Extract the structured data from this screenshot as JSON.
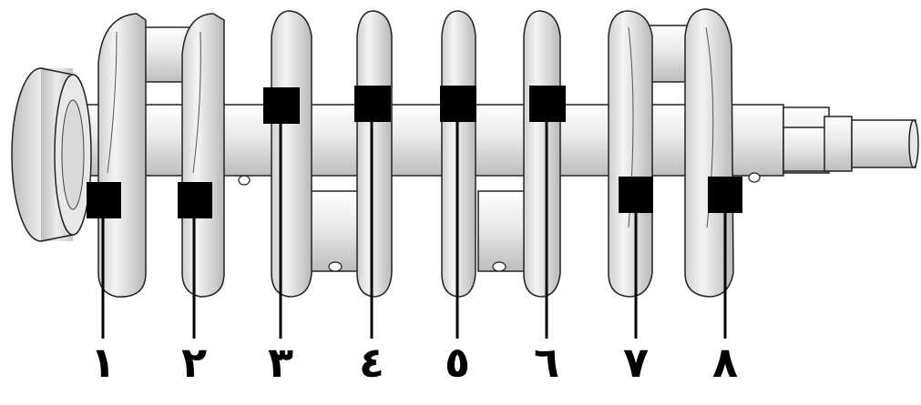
{
  "diagram": {
    "subject": "crankshaft",
    "markers": [
      {
        "label": "١"
      },
      {
        "label": "٢"
      },
      {
        "label": "٣"
      },
      {
        "label": "٤"
      },
      {
        "label": "٥"
      },
      {
        "label": "٦"
      },
      {
        "label": "٧"
      },
      {
        "label": "٨"
      }
    ]
  }
}
